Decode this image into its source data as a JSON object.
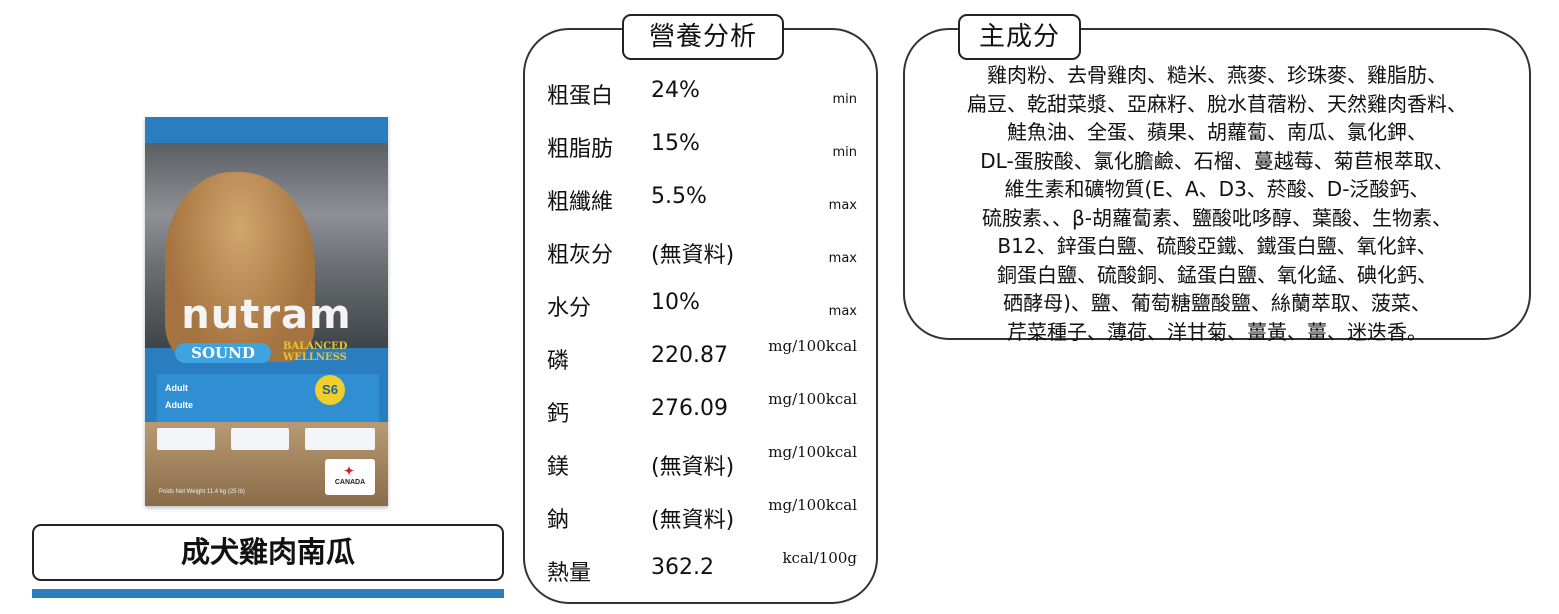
{
  "product": {
    "name": "成犬雞肉南瓜",
    "package": {
      "brand": "nutram",
      "line": "SOUND",
      "tagline": "BALANCED WELLNESS",
      "code": "S6",
      "variant_en": "Adult",
      "variant_fr": "Adulte",
      "origin": "CANADA",
      "weight": "Poids Net Weight 11.4 kg (25 lb)"
    }
  },
  "nutrition": {
    "title": "營養分析",
    "rows": [
      {
        "label": "粗蛋白",
        "value": "24%",
        "unit": "min"
      },
      {
        "label": "粗脂肪",
        "value": "15%",
        "unit": "min"
      },
      {
        "label": "粗纖維",
        "value": "5.5%",
        "unit": "max"
      },
      {
        "label": "粗灰分",
        "value": "(無資料)",
        "unit": "max"
      },
      {
        "label": "水分",
        "value": "10%",
        "unit": "max"
      },
      {
        "label": "磷",
        "value": "220.87",
        "unit": "mg/100kcal"
      },
      {
        "label": "鈣",
        "value": "276.09",
        "unit": "mg/100kcal"
      },
      {
        "label": "鎂",
        "value": "(無資料)",
        "unit": "mg/100kcal"
      },
      {
        "label": "鈉",
        "value": "(無資料)",
        "unit": "mg/100kcal"
      },
      {
        "label": "熱量",
        "value": "362.2",
        "unit": "kcal/100g"
      }
    ]
  },
  "ingredients": {
    "title": "主成分",
    "lines": [
      "雞肉粉、去骨雞肉、糙米、燕麥、珍珠麥、雞脂肪、",
      "扁豆、乾甜菜漿、亞麻籽、脫水苜蓿粉、天然雞肉香料、",
      "鮭魚油、全蛋、蘋果、胡蘿蔔、南瓜、氯化鉀、",
      "DL-蛋胺酸、氯化膽鹼、石榴、蔓越莓、菊苣根萃取、",
      "維生素和礦物質(E、A、D3、菸酸、D-泛酸鈣、",
      "硫胺素、、β-胡蘿蔔素、鹽酸吡哆醇、葉酸、生物素、",
      "B12、鋅蛋白鹽、硫酸亞鐵、鐵蛋白鹽、氧化鋅、",
      "銅蛋白鹽、硫酸銅、錳蛋白鹽、氧化錳、碘化鈣、",
      "硒酵母)、鹽、葡萄糖鹽酸鹽、絲蘭萃取、菠菜、",
      "芹菜種子、薄荷、洋甘菊、薑黃、薑、迷迭香。"
    ]
  },
  "colors": {
    "accent_bar": "#2b7fc0",
    "border": "#333333"
  }
}
